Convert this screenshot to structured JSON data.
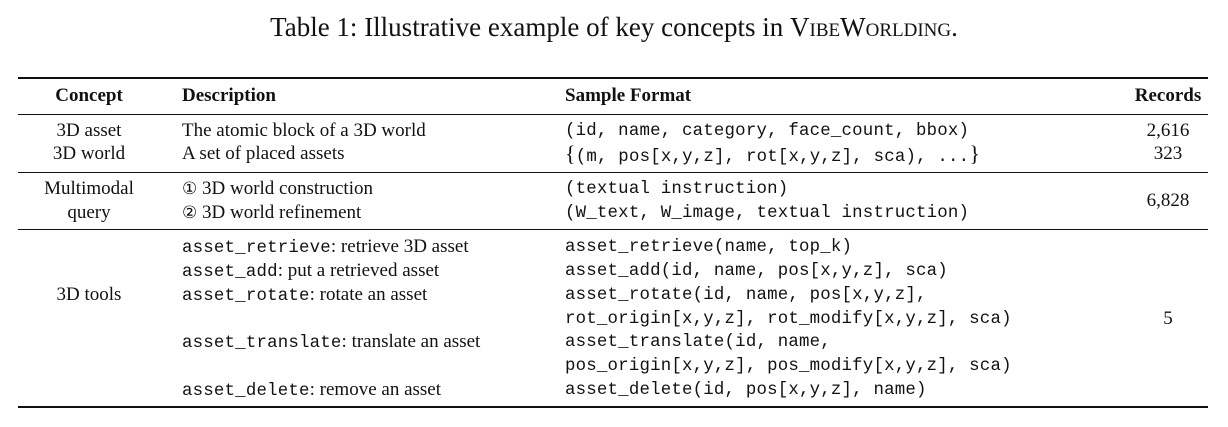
{
  "caption": {
    "prefix": "Table 1: Illustrative example of key concepts in ",
    "name": "VibeWorlding",
    "suffix": "."
  },
  "headers": {
    "concept": "Concept",
    "description": "Description",
    "sample_format": "Sample Format",
    "records": "Records"
  },
  "rows": {
    "asset": {
      "concept": "3D asset",
      "description": "The atomic block of a 3D world",
      "format": "(id, name, category, face_count, bbox)",
      "records": "2,616"
    },
    "world": {
      "concept": "3D world",
      "description": "A set of placed assets",
      "format": "(m, pos[x,y,z], rot[x,y,z], sca), ...",
      "records": "323"
    },
    "query": {
      "concept_line1": "Multimodal",
      "concept_line2": "query",
      "item1_marker": "①",
      "item1": "3D world construction",
      "item1_format": "(textual instruction)",
      "item2_marker": "②",
      "item2": "3D world refinement",
      "item2_format": "(W_text, W_image, textual instruction)",
      "records": "6,828"
    },
    "tools": {
      "concept": "3D tools",
      "records": "5",
      "retrieve": {
        "name": "asset_retrieve",
        "desc": ": retrieve 3D asset",
        "format": "asset_retrieve(name, top_k)"
      },
      "add": {
        "name": "asset_add",
        "desc": ": put a retrieved asset",
        "format": "asset_add(id, name, pos[x,y,z], sca)"
      },
      "rotate": {
        "name": "asset_rotate",
        "desc": ": rotate an asset",
        "format_line1": "asset_rotate(id, name, pos[x,y,z],",
        "format_line2": "rot_origin[x,y,z], rot_modify[x,y,z], sca)"
      },
      "translate": {
        "name": "asset_translate",
        "desc": ": translate an asset",
        "format_line1": "asset_translate(id, name,",
        "format_line2": "pos_origin[x,y,z], pos_modify[x,y,z], sca)"
      },
      "delete": {
        "name": "asset_delete",
        "desc": ": remove an asset",
        "format": "asset_delete(id, pos[x,y,z], name)"
      }
    }
  }
}
